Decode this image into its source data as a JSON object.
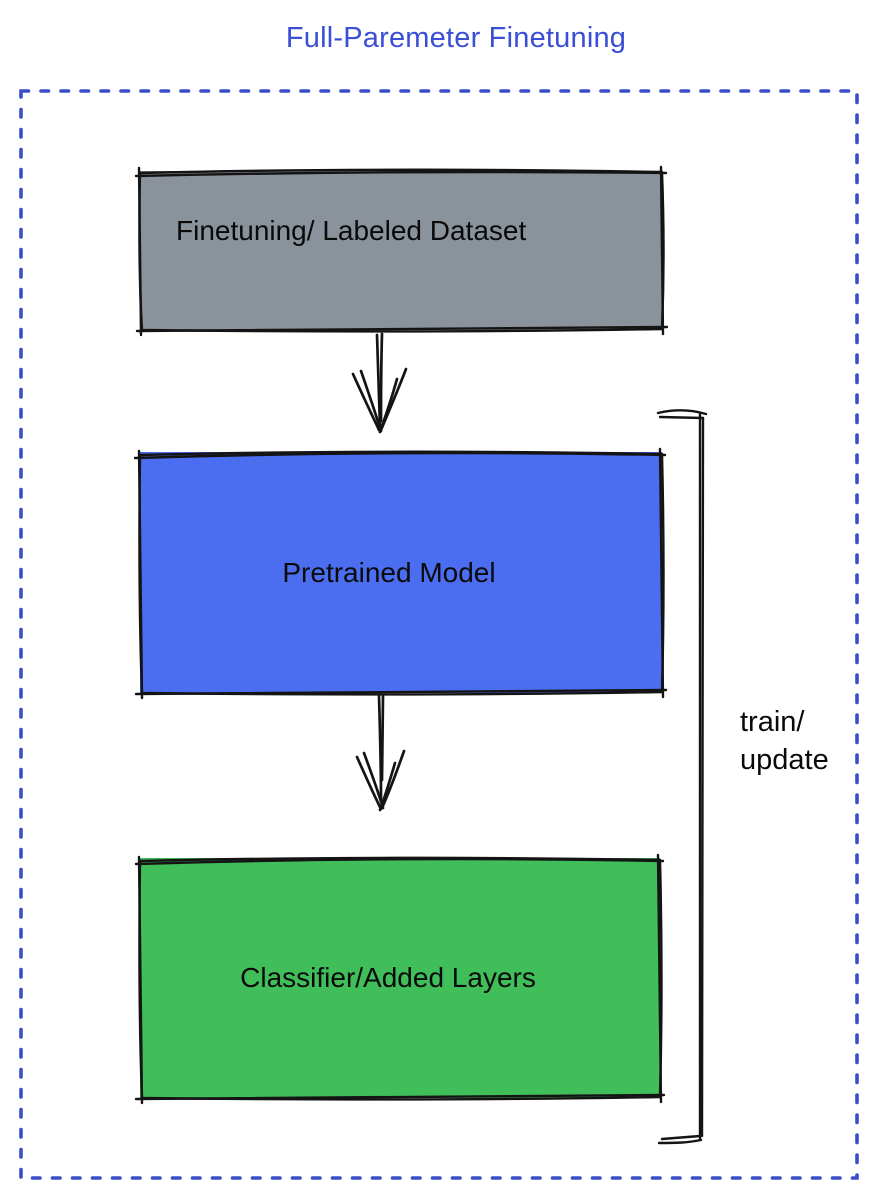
{
  "title": "Full-Paremeter Finetuning",
  "boxes": [
    {
      "name": "finetuning-dataset",
      "label": "Finetuning/ Labeled Dataset",
      "color": "#8A929B"
    },
    {
      "name": "pretrained-model",
      "label": "Pretrained Model",
      "color": "#4B6EF0"
    },
    {
      "name": "classifier-added-layers",
      "label": "Classifier/Added Layers",
      "color": "#3FBE5A"
    }
  ],
  "bracket": {
    "line1": "train/",
    "line2": "update"
  },
  "colors": {
    "title_text": "#3B4ED6",
    "dotted_border": "#3B4EC9",
    "sketch_stroke": "#141414",
    "box_label_text": "#0a0a0a"
  }
}
